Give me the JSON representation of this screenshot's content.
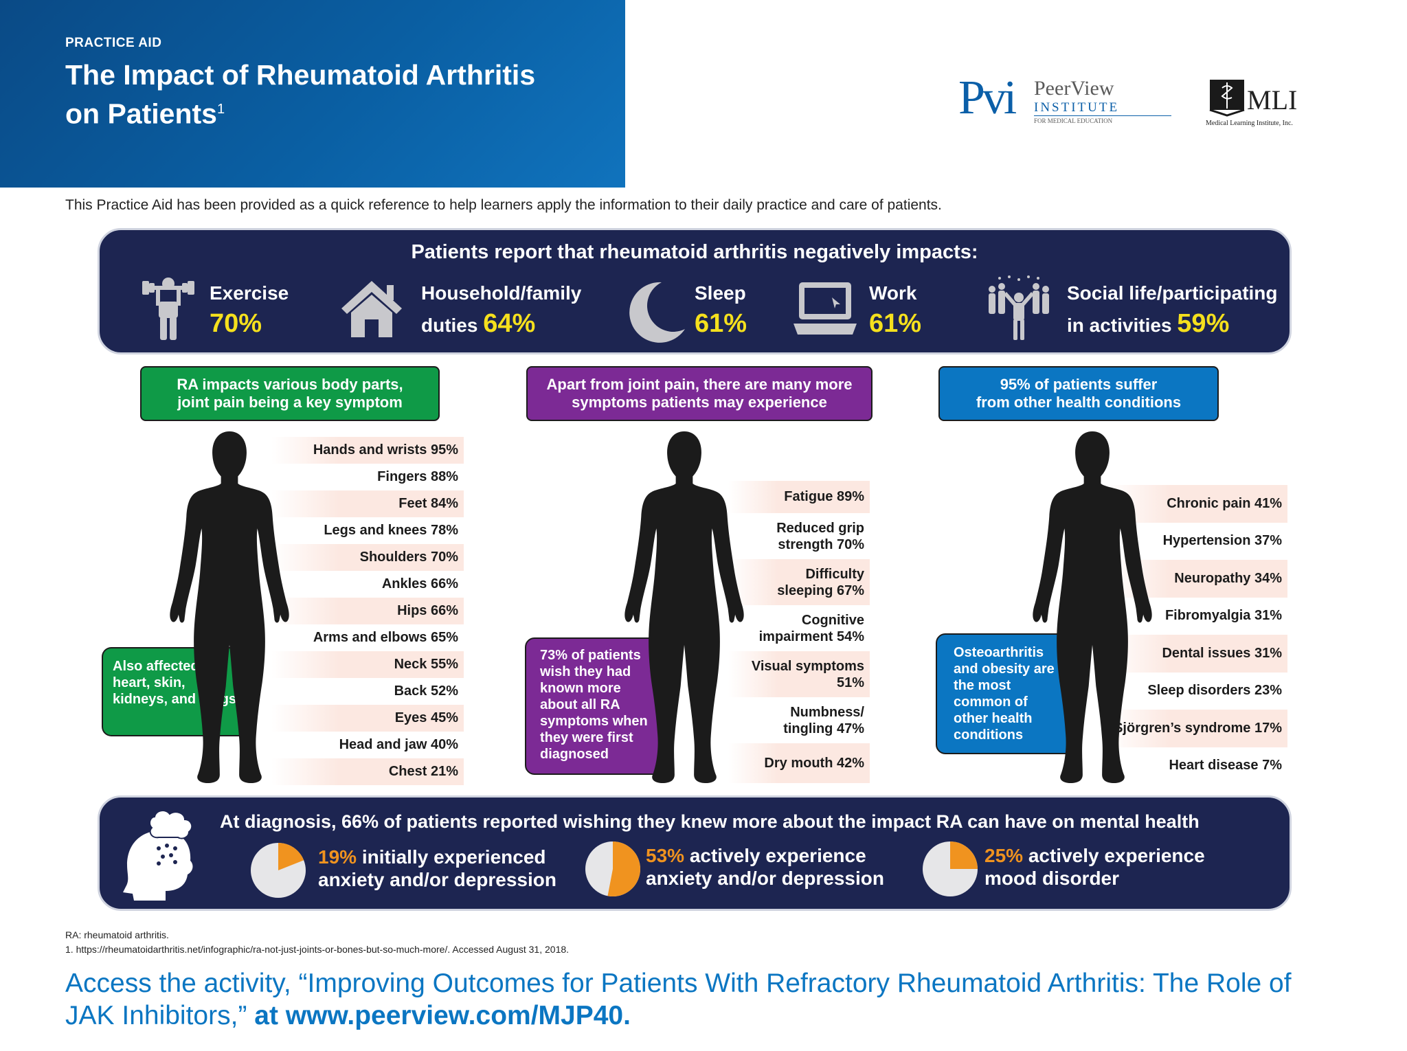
{
  "header": {
    "kicker": "PRACTICE AID",
    "title_line1": "The Impact of Rheumatoid Arthritis",
    "title_line2": "on Patients",
    "title_sup": "1"
  },
  "logos": {
    "pvi_mark": "Pvi",
    "pvi_name": "PeerView",
    "pvi_institute": "INSTITUTE",
    "pvi_tagline": "FOR MEDICAL EDUCATION",
    "mli_name": "MLI",
    "mli_tagline": "Medical Learning Institute, Inc."
  },
  "intro": "This Practice Aid has been provided as a quick reference to help learners apply the information to their daily practice and care of patients.",
  "impacts": {
    "title": "Patients report that rheumatoid arthritis negatively impacts:",
    "items": [
      {
        "label": "Exercise",
        "pct": "70%"
      },
      {
        "label_line1": "Household/family",
        "label_line2": "duties",
        "pct": "64%"
      },
      {
        "label": "Sleep",
        "pct": "61%"
      },
      {
        "label": "Work",
        "pct": "61%"
      },
      {
        "label_line1": "Social life/participating",
        "label_line2": "in activities",
        "pct": "59%"
      }
    ]
  },
  "sections": {
    "body_parts": {
      "title_line1": "RA impacts various body parts,",
      "title_line2": "joint pain being a key symptom",
      "rows": [
        "Hands and wrists 95%",
        "Fingers 88%",
        "Feet 84%",
        "Legs and knees 78%",
        "Shoulders 70%",
        "Ankles 66%",
        "Hips 66%",
        "Arms and elbows 65%",
        "Neck 55%",
        "Back 52%",
        "Eyes 45%",
        "Head and jaw 40%",
        "Chest 21%"
      ],
      "note": "Also affected: heart, skin, kidneys, and lungs"
    },
    "symptoms": {
      "title_line1": "Apart from joint pain, there are many more",
      "title_line2": "symptoms patients may experience",
      "rows": [
        {
          "l1": "Fatigue 89%"
        },
        {
          "l1": "Reduced grip",
          "l2": "strength 70%"
        },
        {
          "l1": "Difficulty",
          "l2": "sleeping 67%"
        },
        {
          "l1": "Cognitive",
          "l2": "impairment 54%"
        },
        {
          "l1": "Visual symptoms",
          "l2": "51%"
        },
        {
          "l1": "Numbness/",
          "l2": "tingling 47%"
        },
        {
          "l1": "Dry mouth 42%"
        }
      ],
      "note": "73% of patients wish they had known more about all RA symptoms when they were first diagnosed"
    },
    "conditions": {
      "title_line1": "95% of patients suffer",
      "title_line2": "from other health conditions",
      "rows": [
        "Chronic pain 41%",
        "Hypertension 37%",
        "Neuropathy 34%",
        "Fibromyalgia 31%",
        "Dental issues 31%",
        "Sleep disorders 23%",
        "Sjörgren’s syndrome 17%",
        "Heart disease 7%"
      ],
      "note": "Osteoarthritis and obesity are the most common of other health conditions"
    }
  },
  "mental_health": {
    "title": "At diagnosis, 66% of patients reported wishing they knew more about the impact RA can have on mental health",
    "items": [
      {
        "pct_text": "19%",
        "pct_value": 19,
        "rest_line1": " initially experienced",
        "line2": "anxiety and/or depression"
      },
      {
        "pct_text": "53%",
        "pct_value": 53,
        "rest_line1": " actively experience",
        "line2": "anxiety and/or depression"
      },
      {
        "pct_text": "25%",
        "pct_value": 25,
        "rest_line1": " actively experience",
        "line2": "mood disorder"
      }
    ],
    "colors": {
      "fill": "#f0931f",
      "base": "#e6e6e8"
    }
  },
  "footnotes": {
    "abbr": "RA: rheumatoid arthritis.",
    "ref": "1. https://rheumatoidarthritis.net/infographic/ra-not-just-joints-or-bones-but-so-much-more/. Accessed August 31, 2018."
  },
  "cta": {
    "text_line1": "Access the activity, “Improving Outcomes for Patients With Refractory Rheumatoid Arthritis: The Role of",
    "text_line2": "JAK Inhibitors,” ",
    "link": "at www.peerview.com/MJP40."
  },
  "colors": {
    "navy": "#1d2551",
    "yellow": "#f5e01d",
    "green": "#0f9a47",
    "purple": "#7c2a95",
    "blue": "#0b76c2",
    "orange": "#f0931f"
  }
}
